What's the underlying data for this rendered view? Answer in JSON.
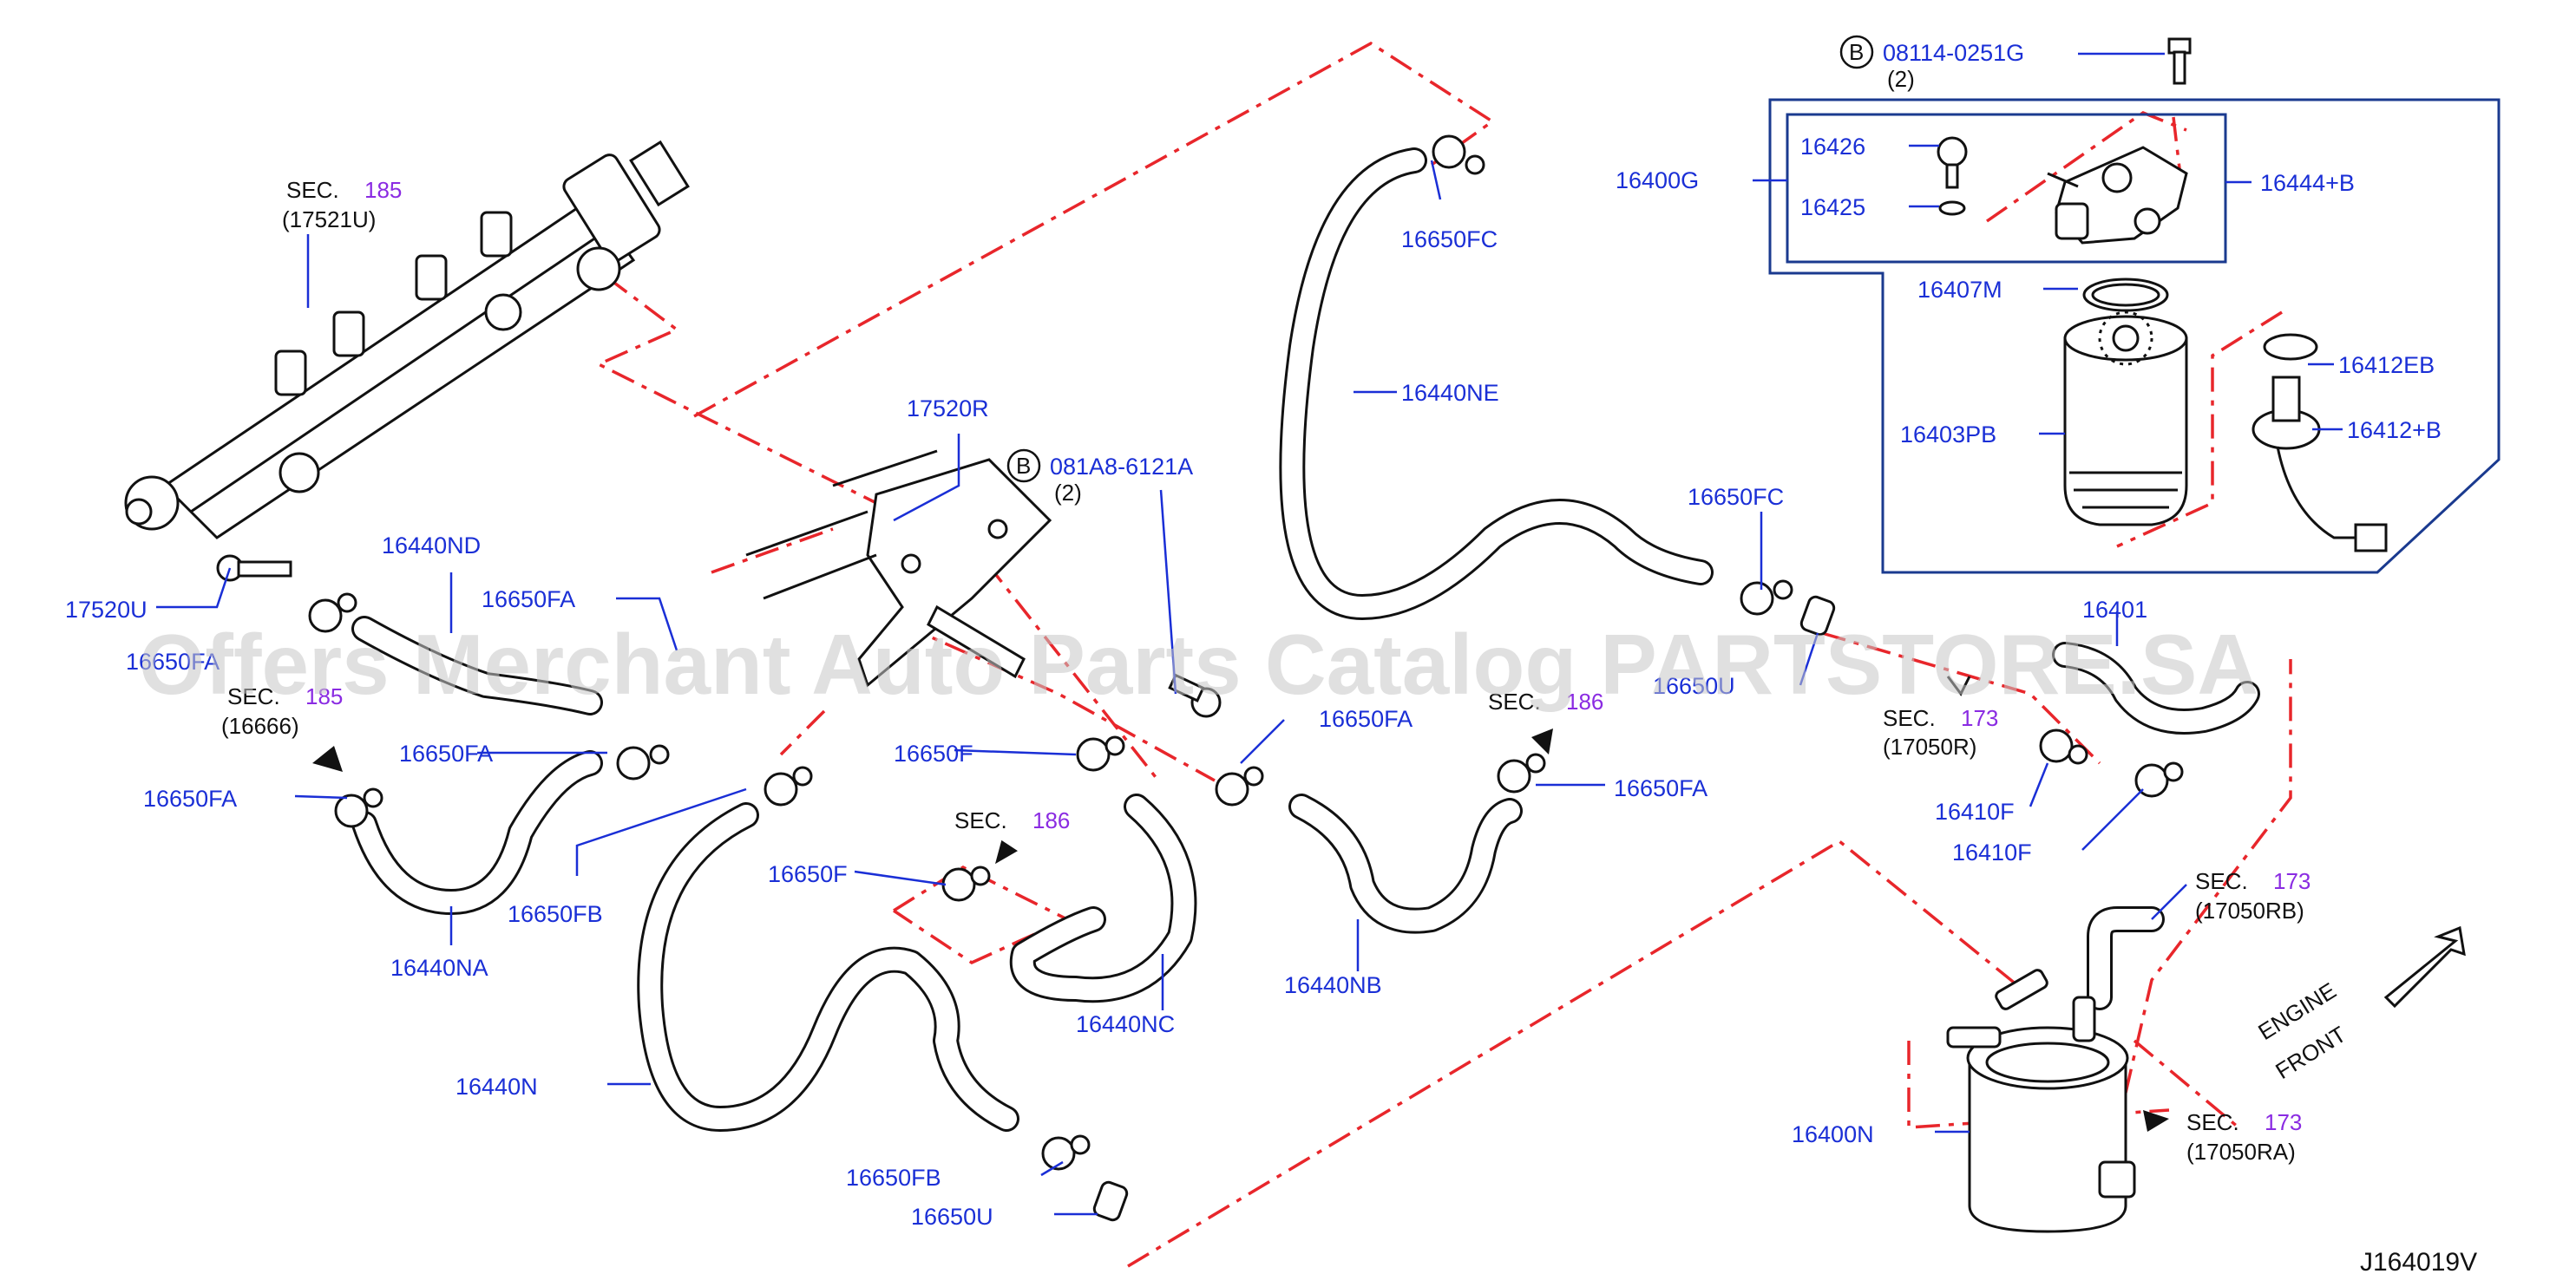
{
  "diagram": {
    "reference": "J164019V",
    "watermark": "Offers Merchant Auto Parts Catalog PARTSTORE.SA",
    "engine_front": [
      "ENGINE",
      "FRONT"
    ],
    "colors": {
      "part_label": "#1a2fd6",
      "section_number": "#8a2be2",
      "hidden_line": "#e8262b",
      "frame": "#1a3a8f"
    },
    "bolts": {
      "b1": {
        "badge": "B",
        "code": "08114-0251G",
        "qty": "(2)"
      },
      "b2": {
        "badge": "B",
        "code": "081A8-6121A",
        "qty": "(2)"
      }
    },
    "sections": {
      "s185a": {
        "prefix": "SEC.",
        "num": "185",
        "sub": "(17521U)"
      },
      "s185b": {
        "prefix": "SEC.",
        "num": "185",
        "sub": "(16666)"
      },
      "s186a": {
        "prefix": "SEC.",
        "num": "186"
      },
      "s186b": {
        "prefix": "SEC.",
        "num": "186"
      },
      "s173a": {
        "prefix": "SEC.",
        "num": "173",
        "sub": "(17050R)"
      },
      "s173b": {
        "prefix": "SEC.",
        "num": "173",
        "sub": "(17050RB)"
      },
      "s173c": {
        "prefix": "SEC.",
        "num": "173",
        "sub": "(17050RA)"
      }
    },
    "parts": {
      "p16400G": "16400G",
      "p16426": "16426",
      "p16425": "16425",
      "p16444B": "16444+B",
      "p16407M": "16407M",
      "p16412EB": "16412EB",
      "p16403PB": "16403PB",
      "p16412B": "16412+B",
      "p17520R": "17520R",
      "p17520U": "17520U",
      "p16440ND": "16440ND",
      "p16650FA_1": "16650FA",
      "p16650FA_2": "16650FA",
      "p16650FA_3": "16650FA",
      "p16650FA_4": "16650FA",
      "p16650FA_5": "16650FA",
      "p16650FA_6": "16650FA",
      "p16650FC_1": "16650FC",
      "p16440NE": "16440NE",
      "p16650FC_2": "16650FC",
      "p16650U_1": "16650U",
      "p16401": "16401",
      "p16410F_1": "16410F",
      "p16410F_2": "16410F",
      "p16650F_1": "16650F",
      "p16650F_2": "16650F",
      "p16650FB_1": "16650FB",
      "p16650FB_2": "16650FB",
      "p16440NA": "16440NA",
      "p16440NC": "16440NC",
      "p16440NB": "16440NB",
      "p16440N": "16440N",
      "p16650U_2": "16650U",
      "p16400N": "16400N"
    }
  }
}
